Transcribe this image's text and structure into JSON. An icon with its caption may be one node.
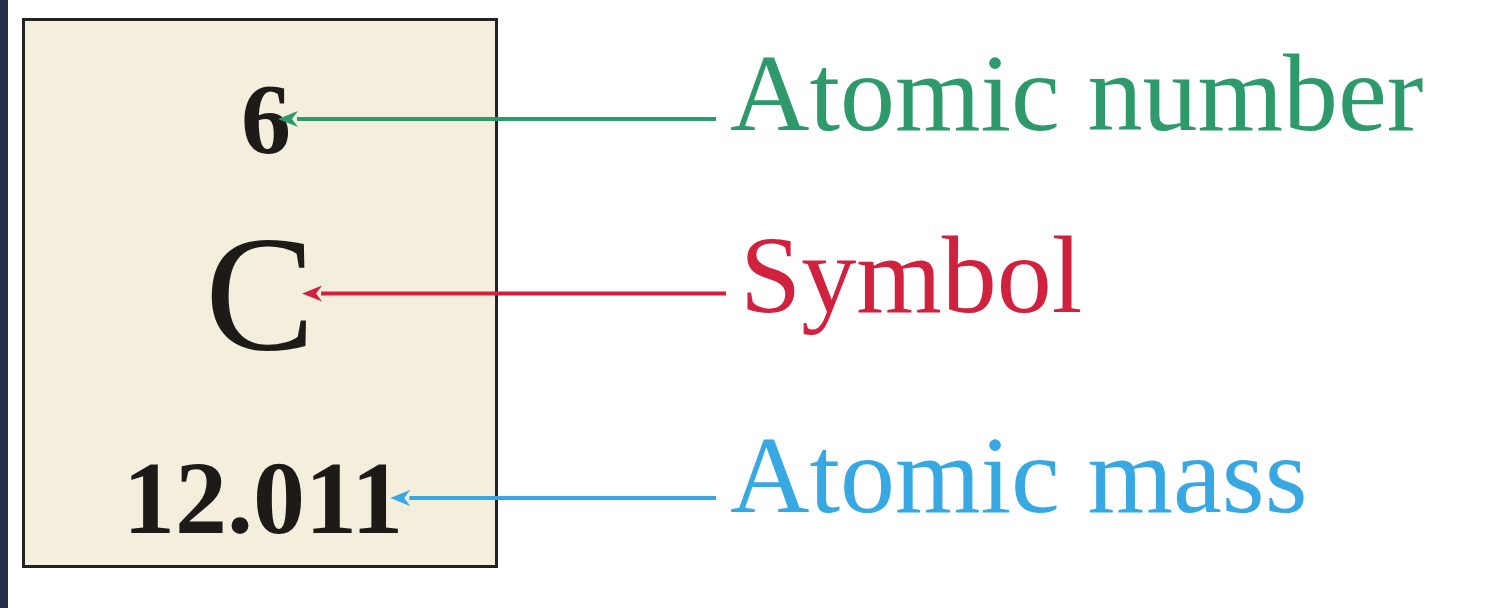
{
  "diagram": {
    "nodes": [
      {
        "text": [],
        "shape": "box"
      },
      {
        "text": [
          "6"
        ],
        "in": 0
      },
      {
        "text": [
          "C"
        ],
        "in": 0
      },
      {
        "text": [
          "12.011"
        ],
        "in": 0
      },
      {
        "text": [
          "Atomic number"
        ]
      },
      {
        "text": [
          "Symbol"
        ]
      },
      {
        "text": [
          "Atomic mass"
        ]
      }
    ],
    "edges": [
      {
        "from": 4,
        "to": 1,
        "arrow": "to",
        "color": "#2e9a6c"
      },
      {
        "from": 5,
        "to": 2,
        "arrow": "to",
        "color": "#d0213f"
      },
      {
        "from": 6,
        "to": 3,
        "arrow": "to",
        "color": "#38a8e2"
      }
    ]
  }
}
